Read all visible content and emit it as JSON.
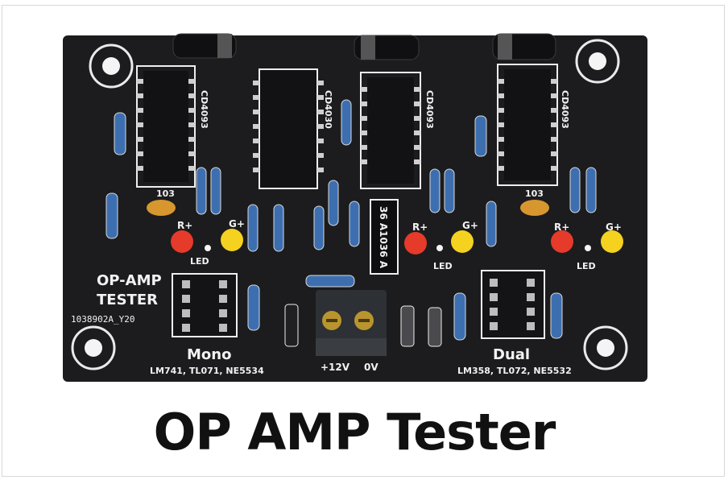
{
  "board": {
    "title_line1": "OP-AMP",
    "title_line2": "TESTER",
    "part_number": "1038902A_Y20",
    "mono_label": "Mono",
    "mono_chips": "LM741, TL071, NE5534",
    "dual_label": "Dual",
    "dual_chips": "LM358, TL072, NE5532",
    "power_pos": "+12V",
    "power_gnd": "0V",
    "ic_labels": [
      "CD4093",
      "CD4030",
      "CD4093",
      "CD4093"
    ],
    "cap_labels": [
      "103",
      "103"
    ],
    "led_labels": [
      "LED",
      "LED",
      "LED"
    ],
    "led_rplus": [
      "R+",
      "R+",
      "R+"
    ],
    "led_gplus": [
      "G+",
      "G+",
      "G+"
    ],
    "cap_code": "36 A1036 A"
  },
  "caption": "OP AMP Tester",
  "colors": {
    "pcb": "#1c1c1e",
    "silkscreen": "#f2f2f2",
    "resistor": "#3d6fb0",
    "led_red": "#e63a2a",
    "led_yellow": "#f4d21f",
    "cap_orange": "#d8972e"
  }
}
